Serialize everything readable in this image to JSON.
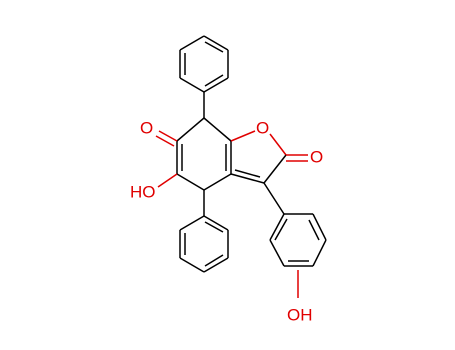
{
  "atom_labels": {
    "ketone_o": "O",
    "ring_o": "O",
    "lactone_o": "O",
    "enol_oh": "HO",
    "phenol_oh": "OH"
  },
  "colors": {
    "bond": "#000000",
    "heteroatom": "#e00000",
    "background": "#ffffff"
  }
}
